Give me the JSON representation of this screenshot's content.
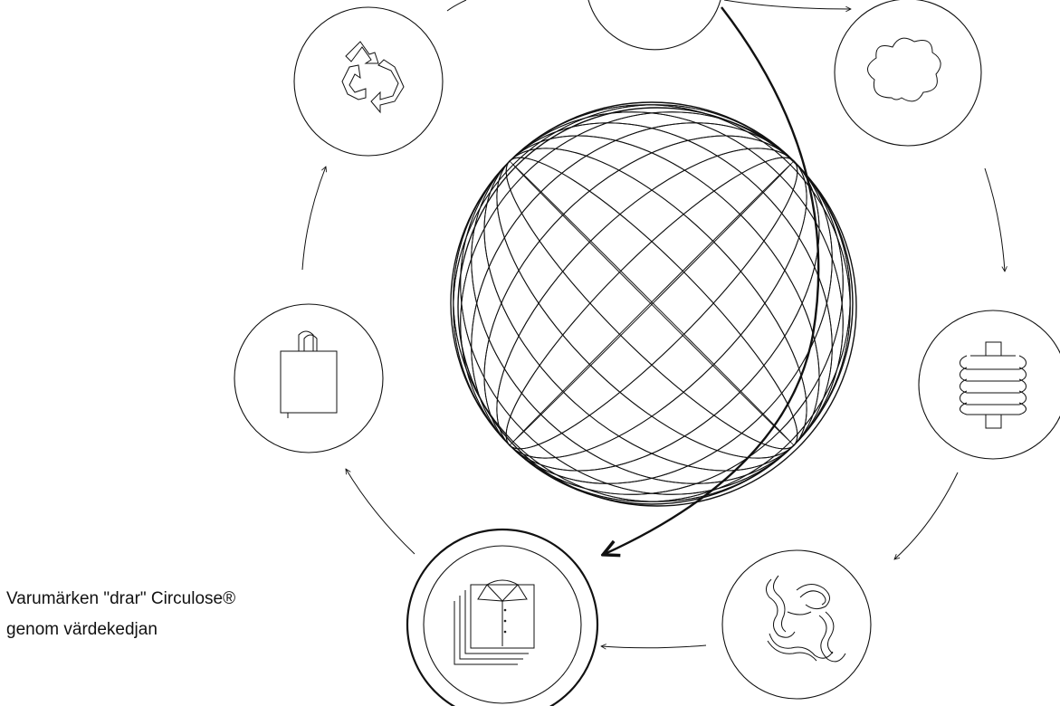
{
  "caption": {
    "line1": "Varumärken \"drar\" Circulose®",
    "line2": "genom värdekedjan"
  },
  "stages": [
    {
      "name": "top-stage",
      "icon": "partial-circle-icon"
    },
    {
      "name": "cotton",
      "icon": "cotton-cloud-icon"
    },
    {
      "name": "spool",
      "icon": "yarn-spool-icon"
    },
    {
      "name": "fibres",
      "icon": "fibre-tangle-icon"
    },
    {
      "name": "garment",
      "icon": "folded-shirt-icon"
    },
    {
      "name": "shopping-bag",
      "icon": "shopping-bag-icon"
    },
    {
      "name": "recycling",
      "icon": "recycle-icon"
    }
  ],
  "center": {
    "icon": "globe-wire-sphere-icon"
  },
  "colors": {
    "stroke": "#111111",
    "background": "#ffffff"
  }
}
